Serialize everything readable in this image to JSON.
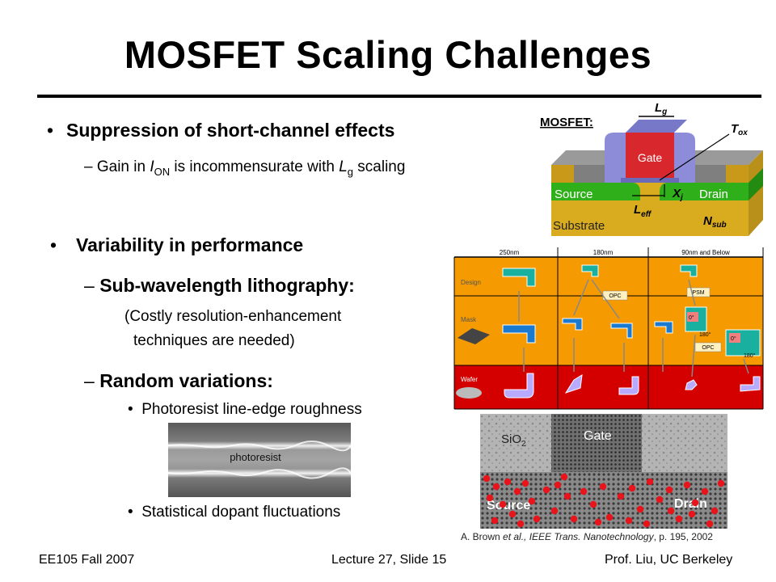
{
  "title": "MOSFET Scaling Challenges",
  "bullets": {
    "b1": "Suppression of short-channel effects",
    "b1_sub_pre": "Gain in ",
    "b1_sub_I": "I",
    "b1_sub_ON": "ON",
    "b1_sub_mid": " is incommensurate with ",
    "b1_sub_L": "L",
    "b1_sub_g": "g",
    "b1_sub_post": " scaling",
    "b2": "Variability in performance",
    "b2_sub1": "Sub-wavelength lithography:",
    "b2_sub1_note_1": "(Costly resolution-enhancement",
    "b2_sub1_note_2": "techniques are needed)",
    "b2_sub2": "Random variations:",
    "b2_sub2_item1": "Photoresist line-edge roughness",
    "b2_sub2_item2": "Statistical dopant fluctuations"
  },
  "mosfet_diagram": {
    "label": "MOSFET:",
    "gate": "Gate",
    "source": "Source",
    "drain": "Drain",
    "substrate": "Substrate",
    "lg": "L",
    "lg_sub": "g",
    "tox": "T",
    "tox_sub": "ox",
    "xj": "X",
    "xj_sub": "j",
    "leff": "L",
    "leff_sub": "eff",
    "nsub": "N",
    "nsub_sub": "sub"
  },
  "litho_table": {
    "headers": [
      "250nm",
      "180nm",
      "90nm and Below"
    ],
    "rows": [
      "Design",
      "Mask",
      "Wafer"
    ],
    "labels": {
      "opc": "OPC",
      "psm": "PSM",
      "deg0": "0°",
      "deg180": "180°"
    }
  },
  "photoresist_label": "photoresist",
  "tem_image": {
    "sio2": "SiO",
    "sio2_sub": "2",
    "gate": "Gate",
    "source": "Source",
    "drain": "Drain"
  },
  "citation": {
    "pre": "A. Brown ",
    "etal": "et al., IEEE Trans. Nanotechnology",
    "post": ", p. 195, 2002"
  },
  "footer": {
    "left": "EE105 Fall 2007",
    "center": "Lecture 27, Slide 15",
    "right": "Prof. Liu, UC Berkeley"
  },
  "colors": {
    "litho_orange": "#f59a00",
    "litho_red": "#d40000",
    "gate_red": "#d8282e",
    "oxide_blue": "#8c8cd8",
    "substrate_gold": "#d9ab1e",
    "source_green": "#2faf1a",
    "dopant_red": "#e8141c"
  }
}
